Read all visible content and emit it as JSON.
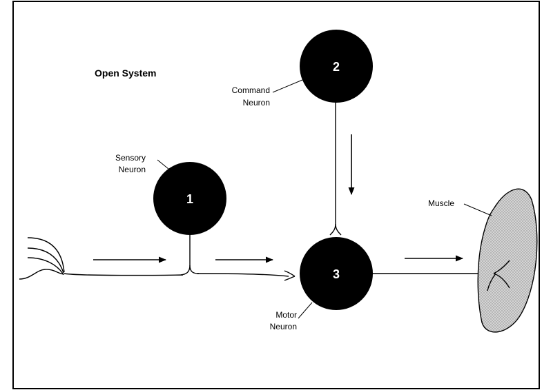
{
  "title": "Open System",
  "neurons": {
    "sensory": {
      "number": "1",
      "label_line1": "Sensory",
      "label_line2": "Neuron"
    },
    "command": {
      "number": "2",
      "label_line1": "Command",
      "label_line2": "Neuron"
    },
    "motor": {
      "number": "3",
      "label_line1": "Motor",
      "label_line2": "Neuron"
    }
  },
  "muscle": {
    "label": "Muscle"
  },
  "colors": {
    "neuron_fill": "#000000",
    "muscle_fill": "#bdbdbd",
    "line": "#000000",
    "frame": "#000000"
  }
}
